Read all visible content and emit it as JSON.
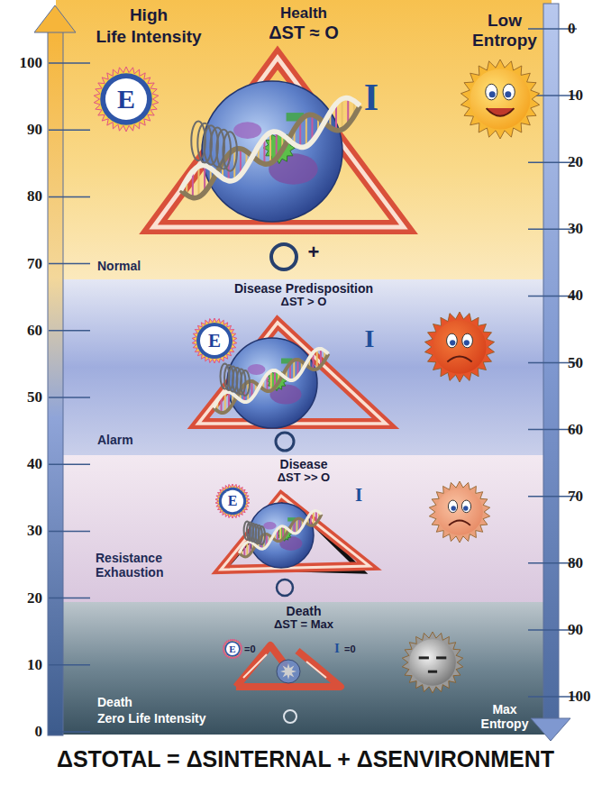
{
  "diagram": {
    "caption": "ΔSTOTAL = ΔSINTERNAL + ΔSENVIRONMENT",
    "nodes": [
      {
        "text": [
          "Health",
          "ΔST ≈ O"
        ]
      },
      {
        "text": [
          "Disease Predisposition",
          "ΔST > O"
        ]
      },
      {
        "text": [
          "Disease",
          "ΔST >> O"
        ]
      },
      {
        "text": [
          "Death",
          "ΔST = Max"
        ]
      }
    ],
    "labels": [
      "High",
      "Life Intensity",
      "Low Entropy",
      "100",
      "90",
      "80",
      "70",
      "60",
      "50",
      "40",
      "30",
      "20",
      "10",
      "0",
      "0",
      "10",
      "20",
      "30",
      "40",
      "50",
      "60",
      "70",
      "80",
      "90",
      "100",
      "Normal",
      "Alarm",
      "Resistance Exhaustion",
      "Death",
      "Zero Life Intensity",
      "Max Entropy",
      "E",
      "I",
      "+",
      "E",
      "I",
      "E",
      "I",
      "E",
      "=0",
      "I",
      "=0"
    ]
  }
}
